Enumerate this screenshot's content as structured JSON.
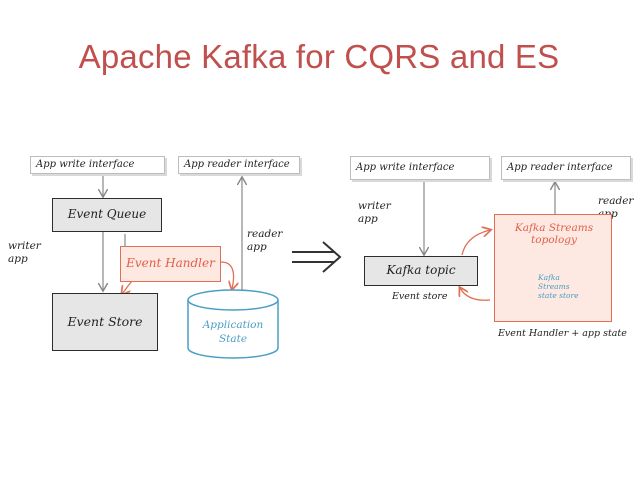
{
  "title": "Apache Kafka for CQRS and ES",
  "left": {
    "write_interface": "App write interface",
    "reader_interface": "App reader interface",
    "event_queue": "Event Queue",
    "event_handler": "Event Handler",
    "event_store": "Event Store",
    "writer_app": "writer app",
    "reader_app": "reader app",
    "application_state": "Application State"
  },
  "right": {
    "write_interface": "App write interface",
    "reader_interface": "App reader interface",
    "writer_app": "writer app",
    "reader_app": "reader app",
    "kafka_topic": "Kafka topic",
    "event_store": "Event store",
    "kafka_streams_topology": "Kafka Streams topology",
    "kafka_streams_state_store": "Kafka Streams state store",
    "handler_caption": "Event Handler + app state"
  },
  "colors": {
    "title": "#c0504d",
    "orange": "#e07055",
    "blue": "#4a9fc4",
    "grey_box": "#e6e6e6"
  },
  "icons": [
    "double-arrow-icon"
  ]
}
